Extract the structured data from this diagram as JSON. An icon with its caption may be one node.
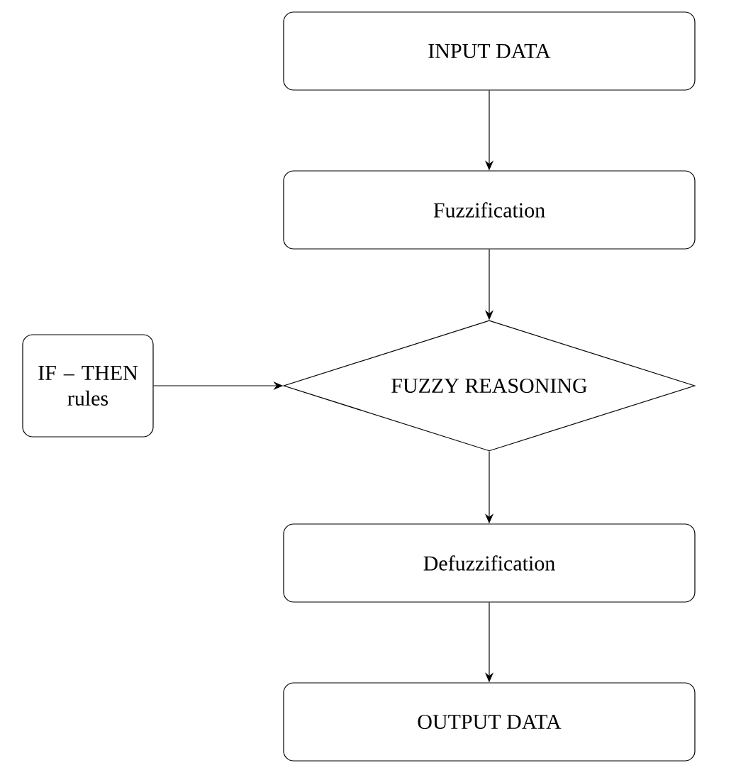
{
  "diagram": {
    "nodes": [
      {
        "text": [
          "INPUT DATA"
        ]
      },
      {
        "text": [
          "Fuzzification"
        ]
      },
      {
        "text": [
          "FUZZY REASONING"
        ]
      },
      {
        "text": [
          "IF – THEN rules"
        ]
      },
      {
        "text": [
          "Defuzzification"
        ]
      },
      {
        "text": [
          "OUTPUT DATA"
        ]
      }
    ],
    "edges": [
      {
        "from": 0,
        "to": 1,
        "arrow": "to"
      },
      {
        "from": 1,
        "to": 2,
        "arrow": "to"
      },
      {
        "from": 3,
        "to": 2,
        "arrow": "to"
      },
      {
        "from": 2,
        "to": 4,
        "arrow": "to"
      },
      {
        "from": 4,
        "to": 5,
        "arrow": "to"
      }
    ]
  }
}
